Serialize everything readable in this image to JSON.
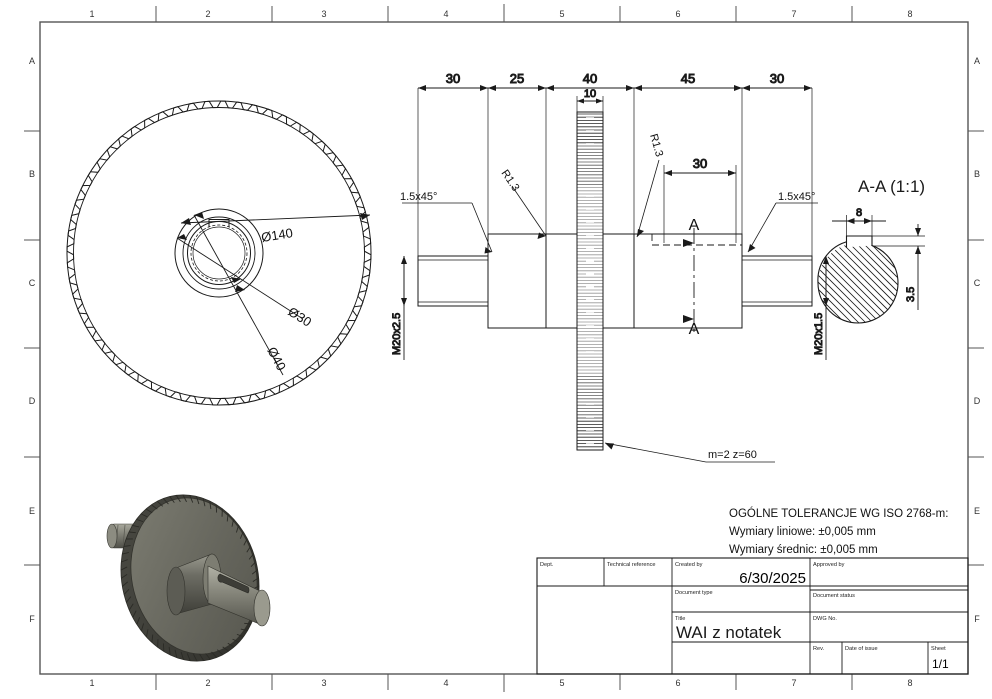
{
  "sheet": {
    "zones_top": [
      "1",
      "2",
      "3",
      "4",
      "5",
      "6",
      "7",
      "8"
    ],
    "zones_bottom": [
      "1",
      "2",
      "3",
      "4",
      "5",
      "6",
      "7",
      "8"
    ],
    "zones_left": [
      "A",
      "B",
      "C",
      "D",
      "E",
      "F"
    ],
    "zones_right": [
      "A",
      "B",
      "C",
      "D",
      "E",
      "F"
    ]
  },
  "front_view": {
    "name": "gear-front-view",
    "dim_outer": "Ø140",
    "dim_bore": "Ø30",
    "dim_hub": "Ø40"
  },
  "shaft_view": {
    "name": "shaft-side-view",
    "chain": [
      "30",
      "25",
      "40",
      "45",
      "30"
    ],
    "gear_width": "10",
    "keyway_length": "30",
    "thread_left": "M20x2.5",
    "thread_right": "M20x1.5",
    "chamfer_left": "1.5x45°",
    "chamfer_right": "1.5x45°",
    "fillet_left": "R1.3",
    "fillet_right": "R1.3",
    "section_mark_top": "A",
    "section_mark_bottom": "A",
    "gear_note": "m=2  z=60"
  },
  "section_view": {
    "name": "section-a-a",
    "title": "A-A (1:1)",
    "key_width": "8",
    "key_depth": "3.5"
  },
  "notes": {
    "line1": "OGÓLNE TOLERANCJE WG ISO 2768-m:",
    "line2": "Wymiary liniowe: ±0,005 mm",
    "line3": "Wymiary średnic: ±0,005 mm"
  },
  "title_block": {
    "dept_label": "Dept.",
    "dept_value": "",
    "techref_label": "Technical reference",
    "techref_value": "",
    "created_label": "Created by",
    "created_value": "6/30/2025",
    "approved_label": "Approved by",
    "approved_value": "",
    "doctype_label": "Document type",
    "doctype_value": "",
    "docstatus_label": "Document status",
    "docstatus_value": "",
    "title_label": "Title",
    "title_value": "WAI z notatek",
    "dwgno_label": "DWG No.",
    "dwgno_value": "",
    "rev_label": "Rev.",
    "rev_value": "",
    "issue_label": "Date of issue",
    "issue_value": "",
    "sheet_label": "Sheet",
    "sheet_value": "1/1"
  },
  "iso_view": {
    "name": "isometric-render"
  },
  "colors": {
    "line": "#1a1a1a",
    "frame": "#555555",
    "metal_dark": "#4a4a45",
    "metal_mid": "#6b6b63",
    "metal_light": "#8e8e84",
    "gear_face": "#6e6e64"
  }
}
